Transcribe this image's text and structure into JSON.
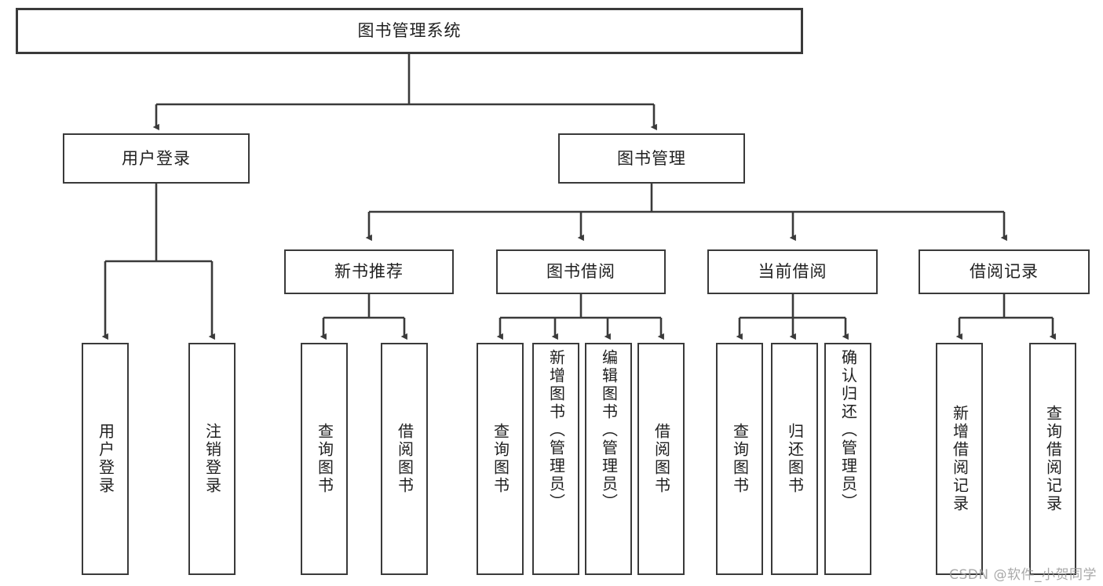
{
  "diagram": {
    "title": "图书管理系统",
    "type": "tree-hierarchy",
    "stroke_color": "#3a3a3a",
    "text_color": "#1f1f1f",
    "background_color": "#ffffff",
    "watermark": "CSDN @软件_小贺同学",
    "nodes": {
      "root": {
        "label": "图书管理系统"
      },
      "level2": [
        {
          "label": "用户登录"
        },
        {
          "label": "图书管理"
        }
      ],
      "level3": [
        {
          "label": "新书推荐"
        },
        {
          "label": "图书借阅"
        },
        {
          "label": "当前借阅"
        },
        {
          "label": "借阅记录"
        }
      ],
      "leaves": {
        "user_login": [
          {
            "label": "用户登录"
          },
          {
            "label": "注销登录"
          }
        ],
        "new_book_recommend": [
          {
            "label": "查询图书"
          },
          {
            "label": "借阅图书"
          }
        ],
        "book_borrow": [
          {
            "label": "查询图书"
          },
          {
            "label": "新增图书（管理员）"
          },
          {
            "label": "编辑图书（管理员）"
          },
          {
            "label": "借阅图书"
          }
        ],
        "current_borrow": [
          {
            "label": "查询图书"
          },
          {
            "label": "归还图书"
          },
          {
            "label": "确认归还（管理员）"
          }
        ],
        "borrow_record": [
          {
            "label": "新增借阅记录"
          },
          {
            "label": "查询借阅记录"
          }
        ]
      }
    }
  }
}
